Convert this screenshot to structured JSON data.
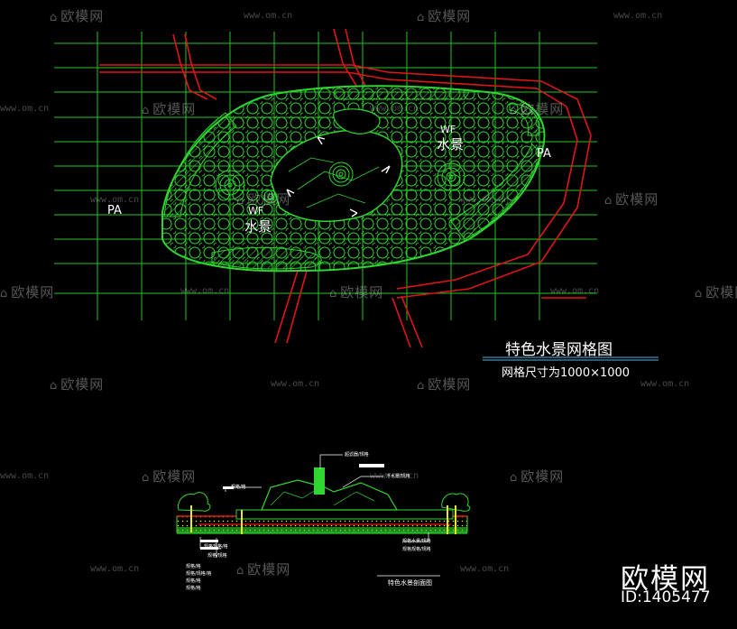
{
  "plan": {
    "title": "特色水景网格图",
    "subtitle": "网格尺寸为1000×1000",
    "labels": {
      "pa_left": "PA",
      "pa_right": "PA",
      "wf_left_code": "WF",
      "wf_left_name": "水景",
      "wf_right_code": "WF",
      "wf_right_name": "水景"
    }
  },
  "section": {
    "caption": "特色水景剖面图",
    "callouts": [
      "超滤器/规格",
      "规格/格",
      "浮水景/规格",
      "规格规格/格",
      "规格/规格",
      "规格/格",
      "规格/规格/格",
      "规格/格",
      "规格/格",
      "规格水景/规格",
      "规格规格/规格"
    ]
  },
  "watermark": {
    "brand": "欧模网",
    "url": "www.om.cn",
    "id_text": "ID:1405477"
  },
  "colors": {
    "grid": "#22c422",
    "outline": "#e01616",
    "hatch": "#2fd62f",
    "text": "#ffffff",
    "title_rule": "#4fb6d8"
  }
}
